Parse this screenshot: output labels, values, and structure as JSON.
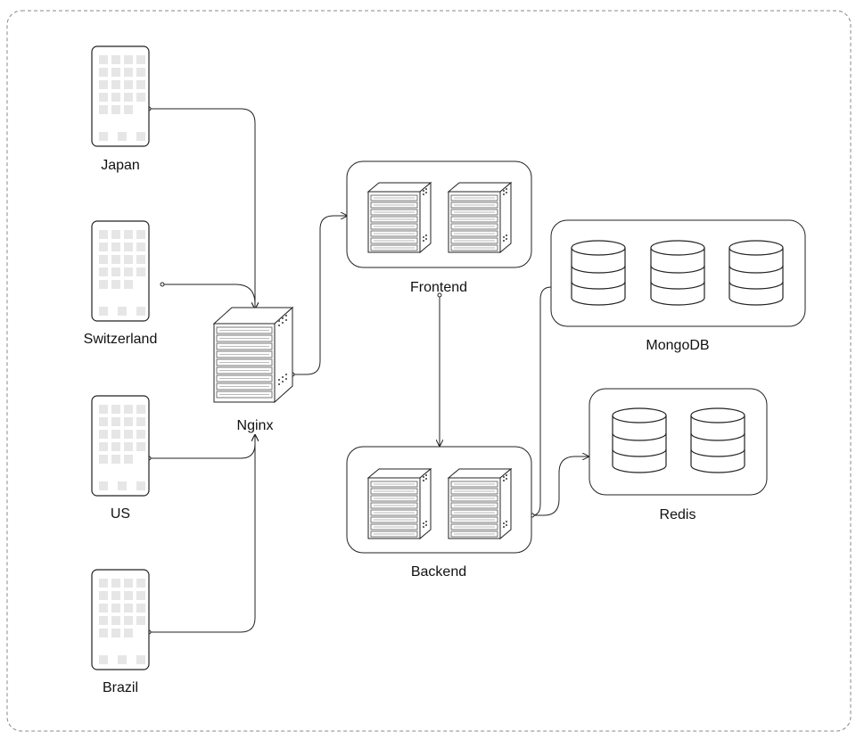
{
  "clients": [
    {
      "id": "japan",
      "label": "Japan"
    },
    {
      "id": "switzerland",
      "label": "Switzerland"
    },
    {
      "id": "us",
      "label": "US"
    },
    {
      "id": "brazil",
      "label": "Brazil"
    }
  ],
  "nodes": {
    "nginx": {
      "label": "Nginx"
    },
    "frontend": {
      "label": "Frontend"
    },
    "backend": {
      "label": "Backend"
    },
    "mongodb": {
      "label": "MongoDB"
    },
    "redis": {
      "label": "Redis"
    }
  },
  "colors": {
    "stroke": "#222222",
    "phone_tile": "#e6e6e6",
    "server_fill": "#ffffff",
    "frame_dash": "#888888"
  },
  "icons": {
    "client": "phone-icon",
    "server": "server-rack-icon",
    "database": "database-icon"
  }
}
